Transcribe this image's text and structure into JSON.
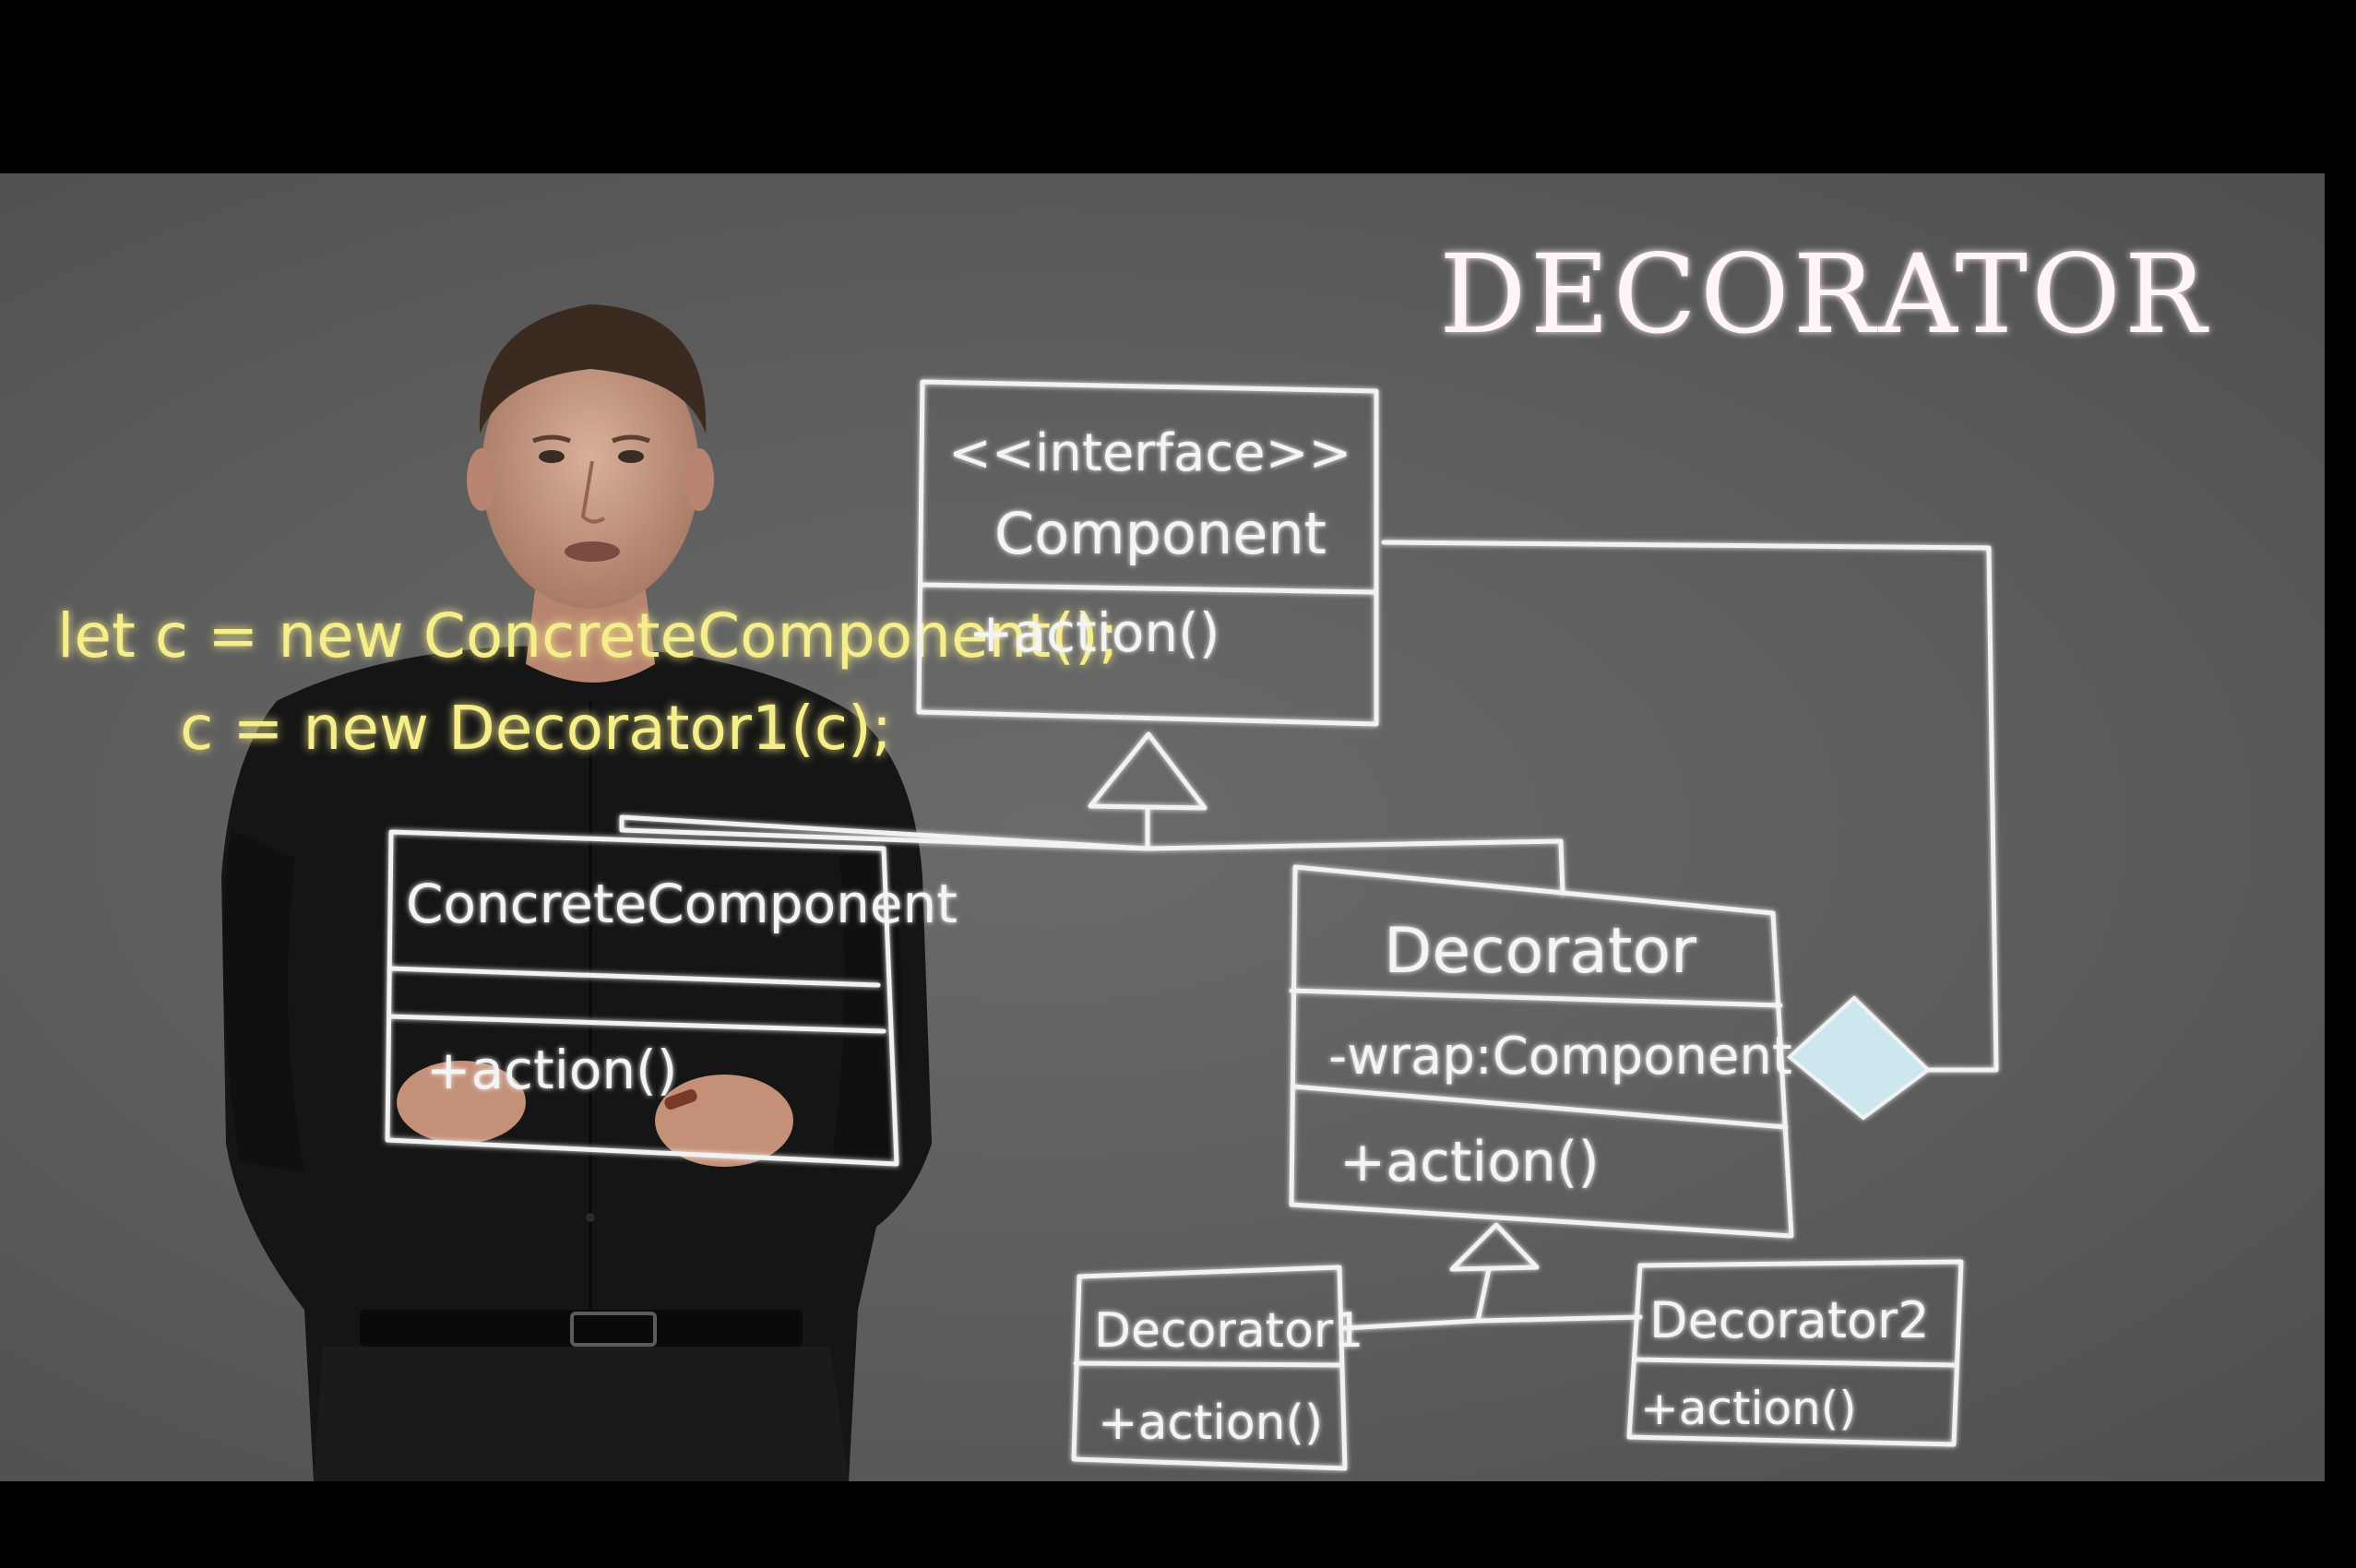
{
  "title": "DECORATOR",
  "code": {
    "line1": "let c = new ConcreteComponent();",
    "line2": "c = new Decorator1(c);"
  },
  "interface_box": {
    "stereotype": "<<interface>>",
    "name": "Component",
    "method": "+action()"
  },
  "concrete_box": {
    "name": "ConcreteComponent",
    "method": "+action()"
  },
  "decorator_box": {
    "name": "Decorator",
    "field": "-wrap:Component",
    "method": "+action()"
  },
  "decorator1_box": {
    "name": "Decorator1",
    "method": "+action()"
  },
  "decorator2_box": {
    "name": "Decorator2",
    "method": "+action()"
  },
  "colors": {
    "board": "#5f5f5f",
    "ink_white": "#f2f2f2",
    "ink_yellow": "#f6ee8a",
    "ink_pink": "#fff4f6",
    "diamond_fill": "#cde7ef"
  }
}
